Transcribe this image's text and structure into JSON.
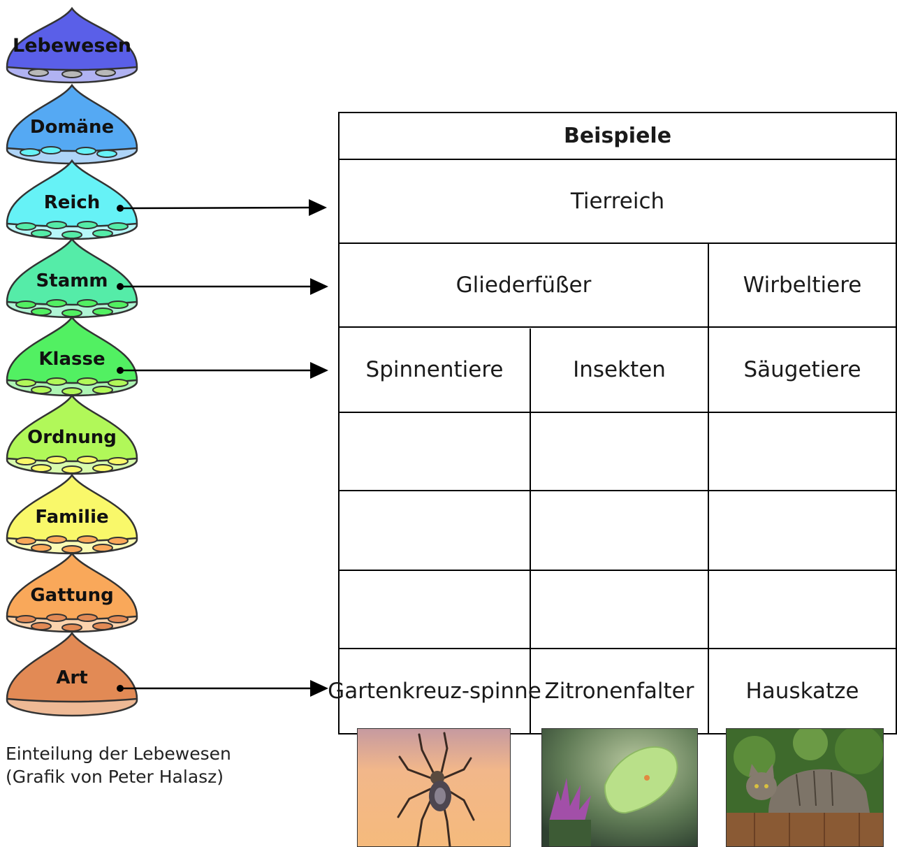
{
  "levels": [
    {
      "label": "Lebewesen",
      "color": "#5a5fe8",
      "light": "#b0b2f2"
    },
    {
      "label": "Domäne",
      "color": "#55a9f3",
      "light": "#aed4f7"
    },
    {
      "label": "Reich",
      "color": "#66f2f6",
      "light": "#b7f7f8"
    },
    {
      "label": "Stamm",
      "color": "#55eca8",
      "light": "#b0f4d4"
    },
    {
      "label": "Klasse",
      "color": "#52f062",
      "light": "#aef5b4"
    },
    {
      "label": "Ordnung",
      "color": "#b1f859",
      "light": "#d9fbad"
    },
    {
      "label": "Familie",
      "color": "#f9f86a",
      "light": "#fbfbb6"
    },
    {
      "label": "Gattung",
      "color": "#f9a85a",
      "light": "#fbd3ad"
    },
    {
      "label": "Art",
      "color": "#e28a55",
      "light": "#eeb995"
    }
  ],
  "caption": {
    "line1": "Einteilung der Lebewesen",
    "line2": "(Grafik von Peter Halasz)"
  },
  "table": {
    "header": "Beispiele",
    "reich": "Tierreich",
    "stamm": [
      "Gliederfüßer",
      "Wirbeltiere"
    ],
    "klasse": [
      "Spinnentiere",
      "Insekten",
      "Säugetiere"
    ],
    "art": [
      "Gartenkreuz-spinne",
      "Zitronenfalter",
      "Hauskatze"
    ]
  },
  "photos": [
    "spider-photo",
    "butterfly-photo",
    "cat-photo"
  ]
}
